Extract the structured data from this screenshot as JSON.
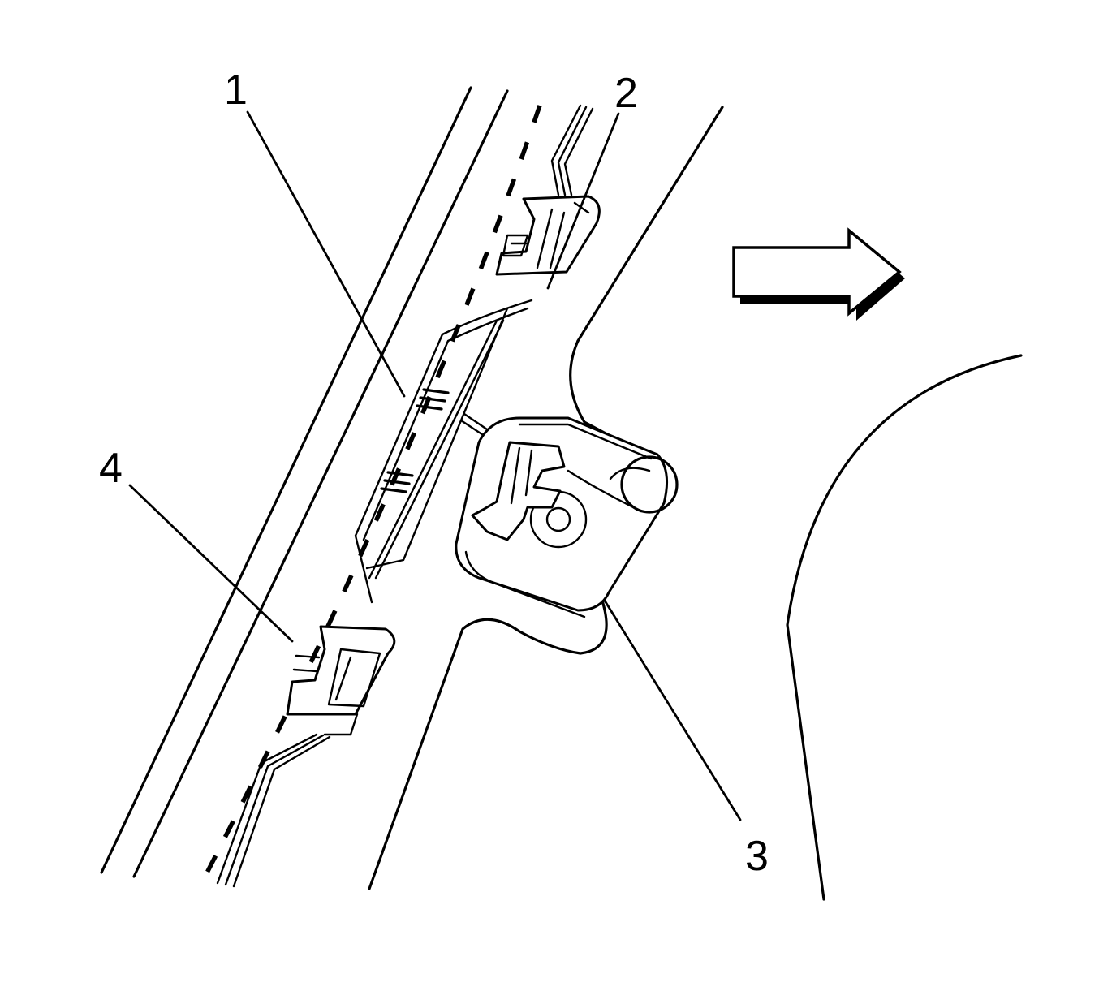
{
  "callouts": [
    {
      "id": "1",
      "label": "1"
    },
    {
      "id": "2",
      "label": "2"
    },
    {
      "id": "3",
      "label": "3"
    },
    {
      "id": "4",
      "label": "4"
    }
  ],
  "direction_arrow": {
    "icon": "right-arrow-icon",
    "meaning": ""
  },
  "colors": {
    "line": "#000000",
    "background": "#ffffff"
  }
}
